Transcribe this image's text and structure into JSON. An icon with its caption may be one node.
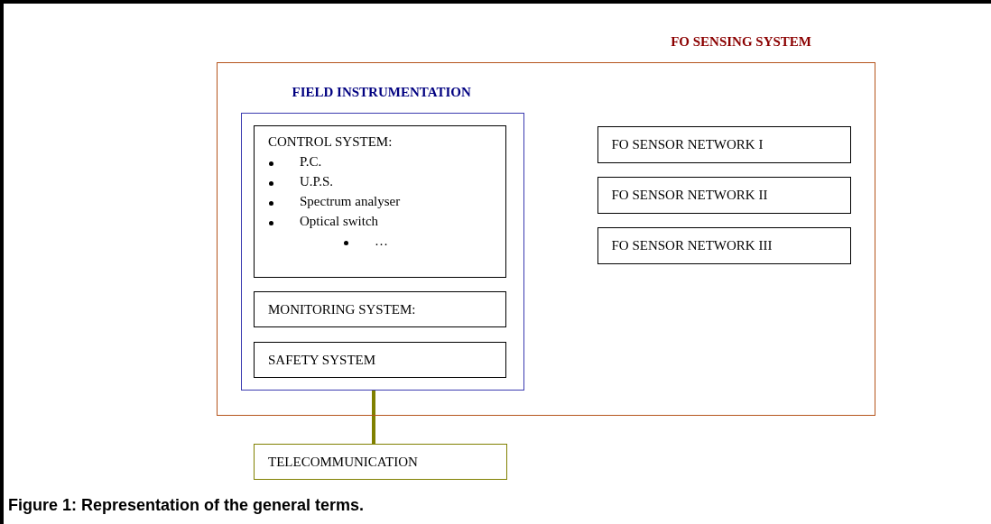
{
  "diagram": {
    "nodes": [
      {
        "text": [
          "FO SENSING SYSTEM"
        ]
      },
      {
        "text": [
          "FIELD INSTRUMENTATION"
        ],
        "in": 0
      },
      {
        "text": [
          "CONTROL SYSTEM:",
          "P.C.",
          "U.P.S.",
          "Spectrum analyser",
          "Optical switch",
          "…"
        ],
        "in": 1
      },
      {
        "text": [
          "MONITORING SYSTEM:"
        ],
        "in": 1
      },
      {
        "text": [
          "SAFETY SYSTEM"
        ],
        "in": 1
      },
      {
        "text": [
          "FO SENSOR NETWORK I"
        ],
        "in": 0
      },
      {
        "text": [
          "FO SENSOR NETWORK II"
        ],
        "in": 0
      },
      {
        "text": [
          "FO SENSOR NETWORK III"
        ],
        "in": 0
      },
      {
        "text": [
          "TELECOMMUNICATION"
        ]
      }
    ],
    "edges": [
      {
        "from": 1,
        "to": 8,
        "arrow": "none",
        "color": "#808000"
      }
    ],
    "caption": "Figure 1: Representation of the general terms."
  }
}
